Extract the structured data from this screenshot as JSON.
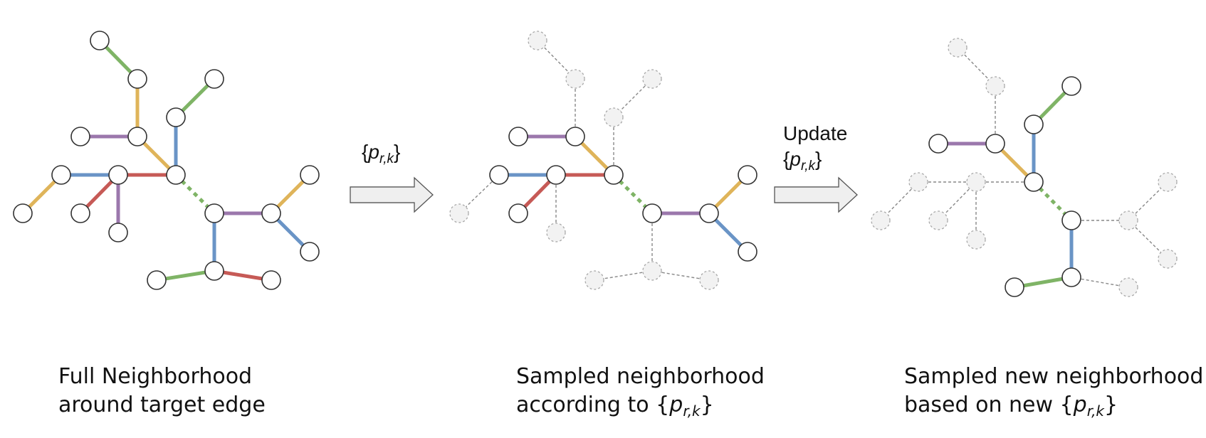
{
  "colors": {
    "green": "#7fb466",
    "yellow": "#dfb45a",
    "purple": "#9b77ac",
    "blue": "#6a94c6",
    "red": "#c65a56",
    "node_fill": "#ffffff",
    "node_stroke": "#333333",
    "ghost_fill": "#f2f2f2",
    "ghost_stroke": "#a8a8a8",
    "ghost_edge": "#888888",
    "arrow_fill": "#efefef",
    "arrow_stroke": "#555555"
  },
  "panels": [
    {
      "caption_lines": [
        "Full Neighborhood",
        "around target edge"
      ],
      "caption_p_suffix": null
    },
    {
      "caption_lines": [
        "Sampled neighborhood",
        "according to "
      ],
      "caption_p_suffix": "{p_{r,k}}"
    },
    {
      "caption_lines": [
        "Sampled new neighborhood",
        "based on new "
      ],
      "caption_p_suffix": "{p_{r,k}}"
    }
  ],
  "arrows": [
    {
      "label_lines": [],
      "math": "{p_{r,k}}"
    },
    {
      "label_lines": [
        "Update"
      ],
      "math": "{p_{r,k}}"
    }
  ],
  "math_parts": {
    "open": "{",
    "var": "p",
    "sub": "r,k",
    "close": "}"
  }
}
